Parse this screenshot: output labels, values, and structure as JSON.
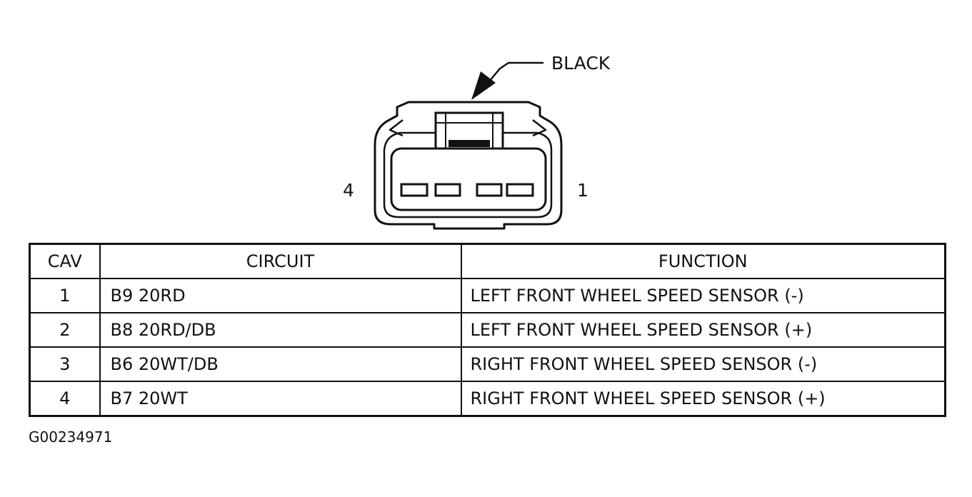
{
  "connector": {
    "color_label": "BLACK",
    "pin_left_label": "4",
    "pin_right_label": "1"
  },
  "table": {
    "headers": [
      "CAV",
      "CIRCUIT",
      "FUNCTION"
    ],
    "rows": [
      {
        "cav": "1",
        "circuit": "B9 20RD",
        "function": "LEFT FRONT WHEEL SPEED SENSOR (-)"
      },
      {
        "cav": "2",
        "circuit": "B8 20RD/DB",
        "function": "LEFT FRONT WHEEL SPEED SENSOR (+)"
      },
      {
        "cav": "3",
        "circuit": "B6 20WT/DB",
        "function": "RIGHT FRONT WHEEL SPEED SENSOR (-)"
      },
      {
        "cav": "4",
        "circuit": "B7 20WT",
        "function": "RIGHT FRONT WHEEL SPEED SENSOR (+)"
      }
    ]
  },
  "figure_id": "G00234971"
}
